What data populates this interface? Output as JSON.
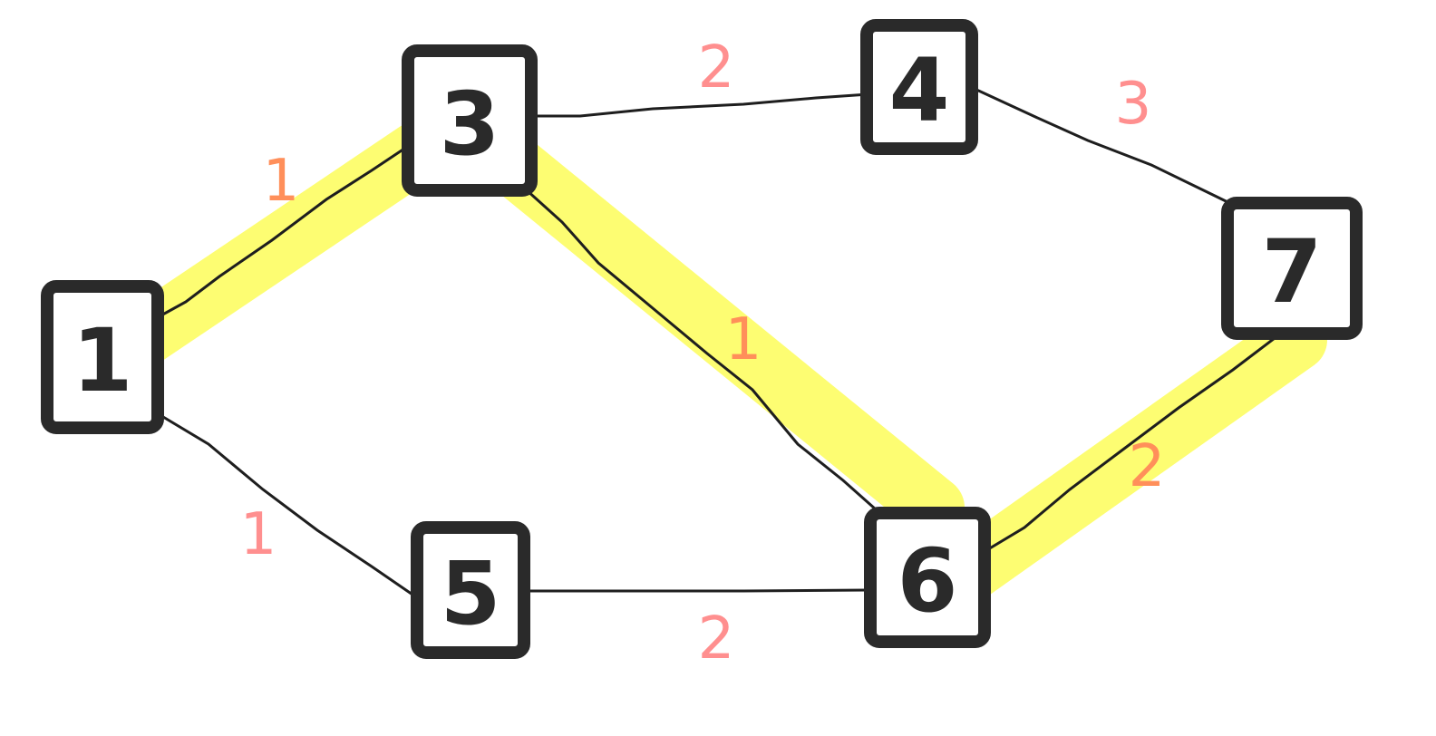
{
  "colors": {
    "node_stroke": "#2a2a2a",
    "edge": "#1e1e1e",
    "highlight": "#fdfd6a",
    "weight": "#ff8f8f",
    "weight_on_path": "#ff8f5a"
  },
  "nodes": [
    {
      "id": "1",
      "label": "1"
    },
    {
      "id": "3",
      "label": "3"
    },
    {
      "id": "4",
      "label": "4"
    },
    {
      "id": "7",
      "label": "7"
    },
    {
      "id": "5",
      "label": "5"
    },
    {
      "id": "6",
      "label": "6"
    }
  ],
  "edges": [
    {
      "from": "1",
      "to": "3",
      "weight": "1",
      "highlighted": true
    },
    {
      "from": "3",
      "to": "4",
      "weight": "2",
      "highlighted": false
    },
    {
      "from": "4",
      "to": "7",
      "weight": "3",
      "highlighted": false
    },
    {
      "from": "3",
      "to": "6",
      "weight": "1",
      "highlighted": true
    },
    {
      "from": "1",
      "to": "5",
      "weight": "1",
      "highlighted": false
    },
    {
      "from": "5",
      "to": "6",
      "weight": "2",
      "highlighted": false
    },
    {
      "from": "6",
      "to": "7",
      "weight": "2",
      "highlighted": true
    }
  ]
}
